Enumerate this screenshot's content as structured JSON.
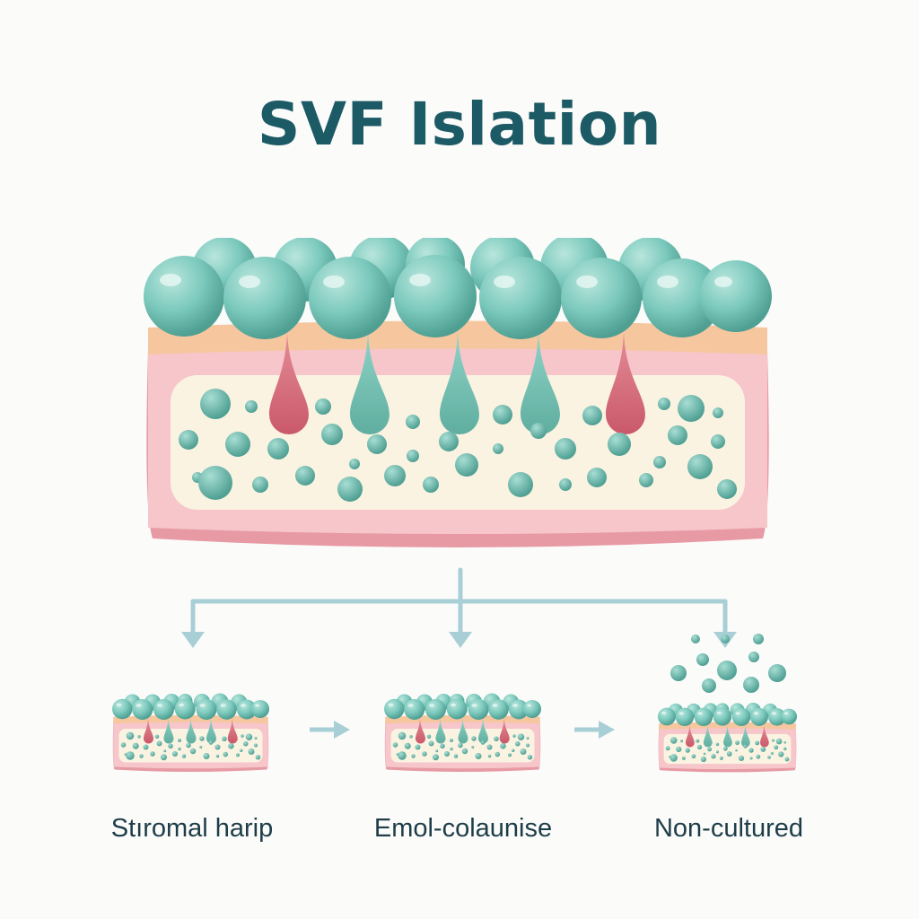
{
  "title": "SVF Islation",
  "colors": {
    "title": "#1c5a65",
    "cell": "#7cc9bd",
    "cell_dark": "#5aa89c",
    "skin_top": "#f6c79f",
    "skin_pink": "#f6c6cb",
    "skin_base": "#e79aa4",
    "fat_layer": "#fbf3e1",
    "drop_red": "#d66b7a",
    "arrow": "#a9cfd6",
    "label": "#1e3d48"
  },
  "steps": [
    {
      "label": "Stıromal harip"
    },
    {
      "label": "Emol-colaunise"
    },
    {
      "label": "Non-cultured"
    }
  ]
}
